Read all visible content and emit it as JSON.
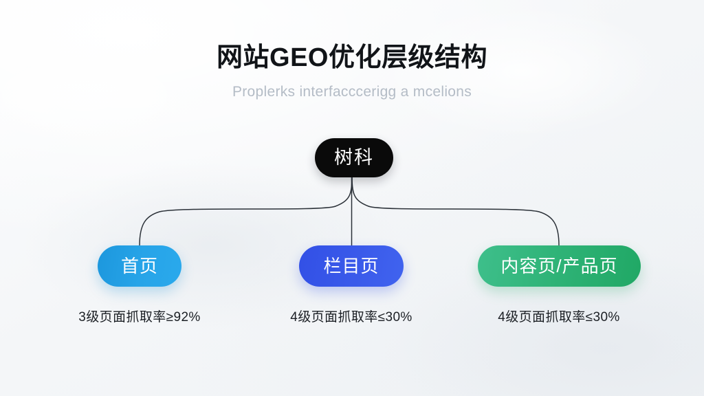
{
  "header": {
    "title": "网站GEO优化层级结构",
    "subtitle": "Proplerks interfacccerigg a mcelions"
  },
  "diagram": {
    "type": "hierarchy-tree",
    "root": {
      "label": "树科",
      "color": "#0a0a0a",
      "text_color": "#ffffff"
    },
    "children": [
      {
        "label": "首页",
        "color": "#27a4e8",
        "text_color": "#ffffff",
        "caption": "3级页面抓取率≥92%"
      },
      {
        "label": "栏目页",
        "color": "#3a5aea",
        "text_color": "#ffffff",
        "caption": "4级页面抓取率≤30%"
      },
      {
        "label": "内容页/产品页",
        "color": "#2fb377",
        "text_color": "#ffffff",
        "caption": "4级页面抓取率≤30%"
      }
    ],
    "connector_color": "#2b3138",
    "background_color": "#f4f6f8"
  }
}
